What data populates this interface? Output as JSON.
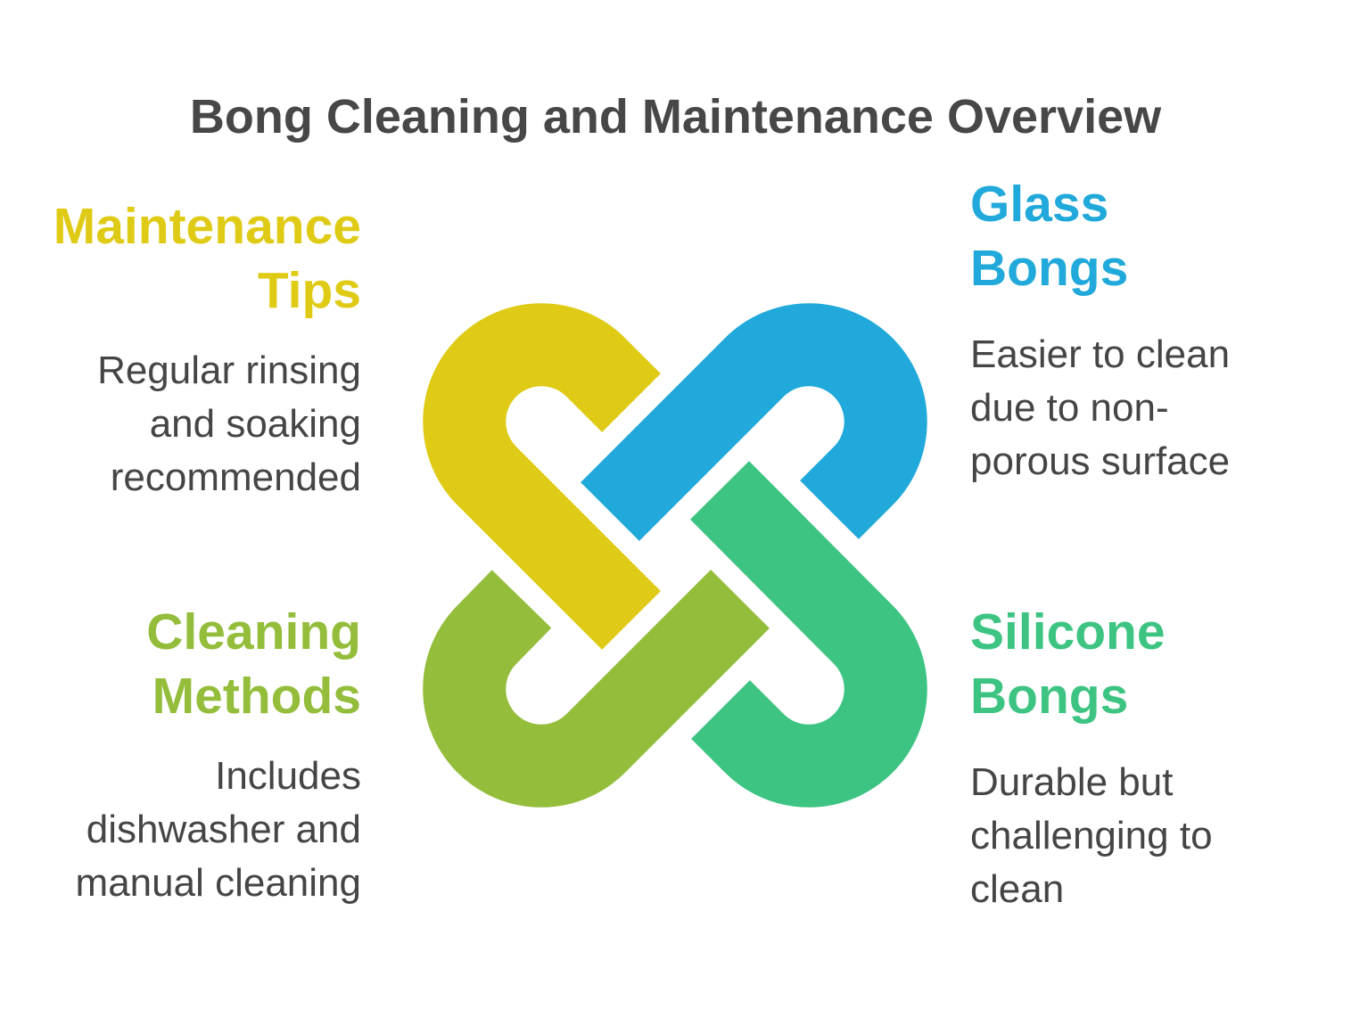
{
  "title": "Bong Cleaning and Maintenance Overview",
  "sections": [
    {
      "heading": "Maintenance Tips",
      "text": "Regular rinsing and soaking recommended",
      "color": "#DFCB16"
    },
    {
      "heading": "Glass Bongs",
      "text": "Easier to clean due to non-porous surface",
      "color": "#20A9DA"
    },
    {
      "heading": "Cleaning Methods",
      "text": "Includes dishwasher and manual cleaning",
      "color": "#93BD3A"
    },
    {
      "heading": "Silicone Bongs",
      "text": "Durable but challenging to clean",
      "color": "#3DC482"
    }
  ]
}
